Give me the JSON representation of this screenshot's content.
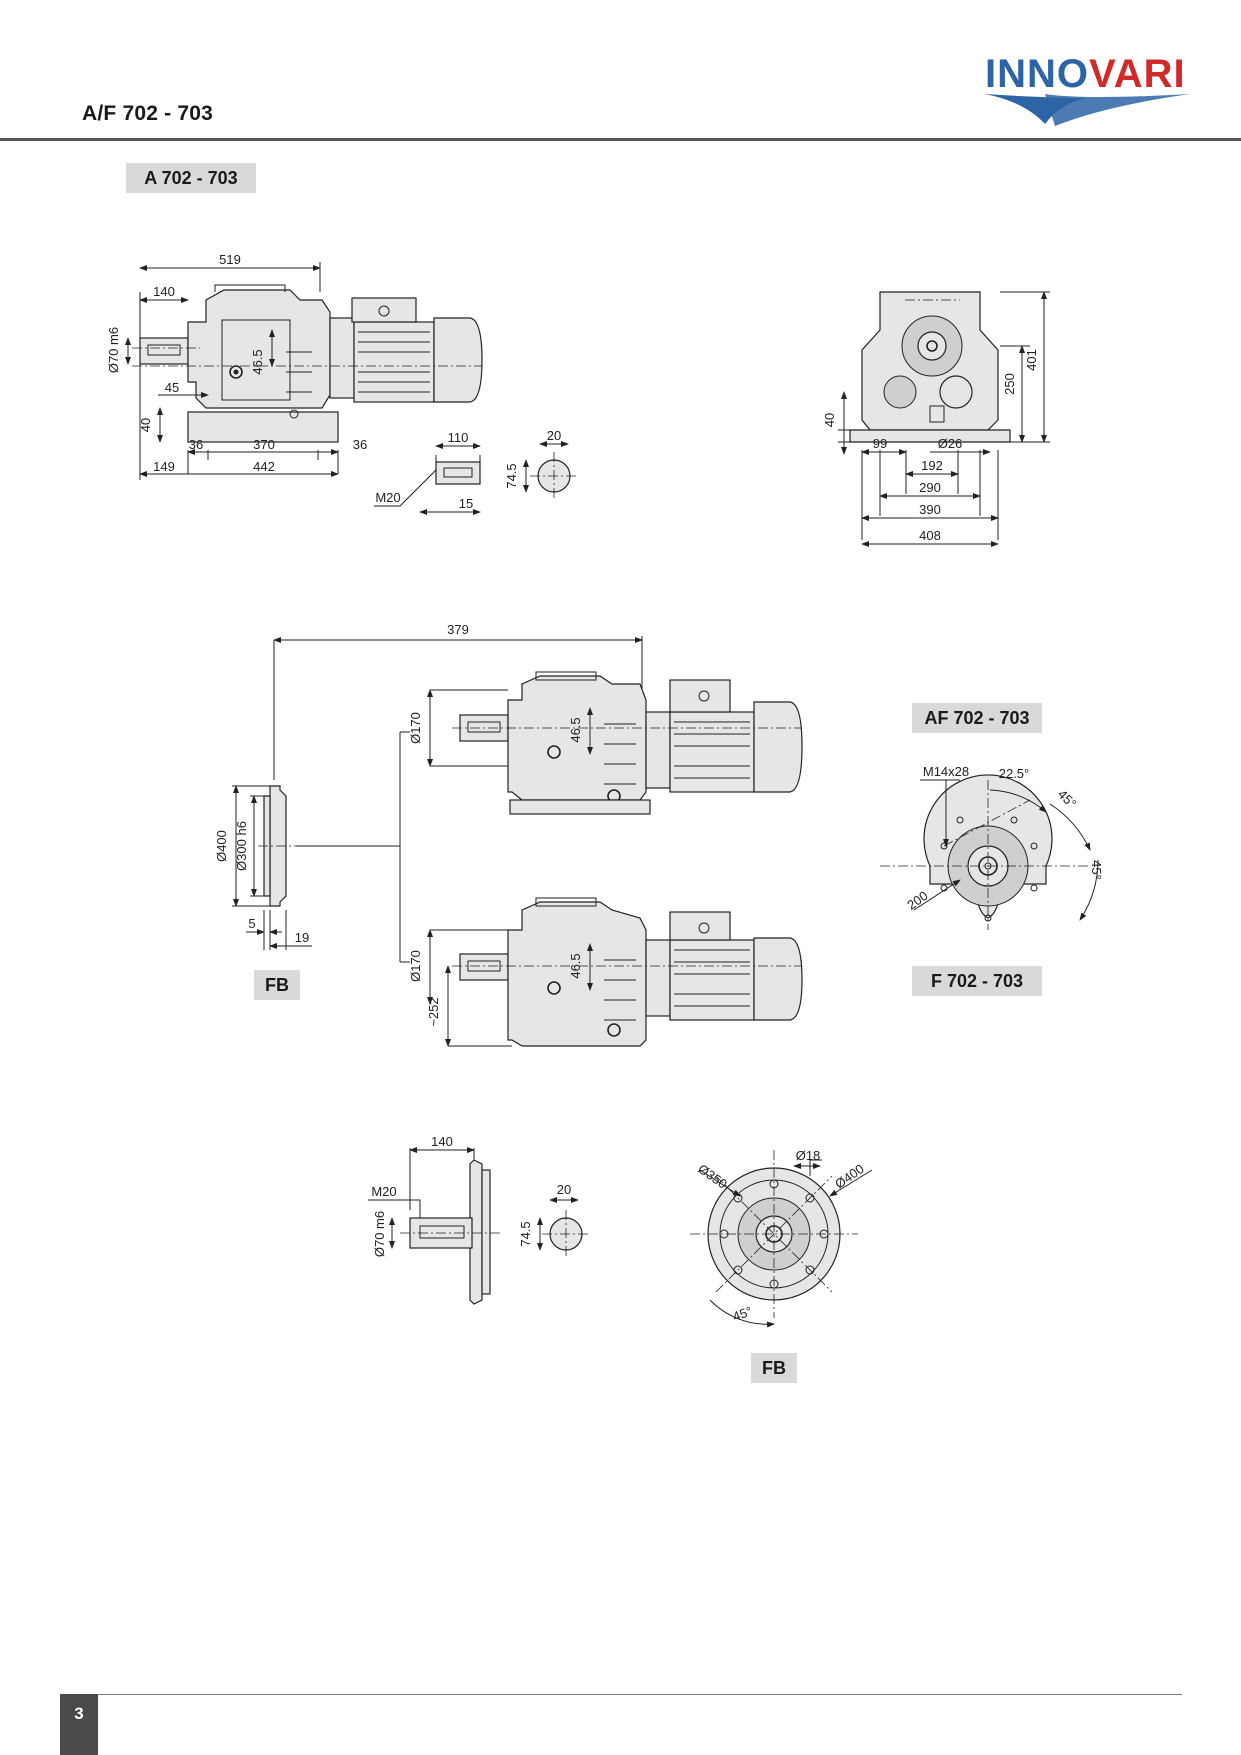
{
  "header": {
    "title": "A/F 702 - 703",
    "logo": {
      "part1": "INNO",
      "part2": "VARI",
      "color_primary": "#2d64a6",
      "color_accent": "#d22a2a"
    }
  },
  "labels": {
    "section_a": "A 702 - 703",
    "section_af": "AF 702 - 703",
    "section_f": "F 702 - 703",
    "fb_left": "FB",
    "fb_bottom": "FB"
  },
  "dims_a_side": {
    "overall_length": "519",
    "shaft_length": "140",
    "shaft_dia": "Ø70 m6",
    "center_offset": "46.5",
    "shaft_height": "45",
    "foot_height": "40",
    "foot_edge_left": "36",
    "foot_spacing": "370",
    "foot_edge_right": "36",
    "shaft_to_foot": "149",
    "foot_length": "442"
  },
  "dims_key": {
    "key_length": "110",
    "thread": "M20",
    "thread_depth": "15",
    "key_width": "20",
    "key_height": "74.5"
  },
  "dims_a_front": {
    "total_height": "401",
    "center_height": "250",
    "foot_height": "40",
    "foot_edge": "99",
    "hole_dia": "Ø26",
    "w1": "192",
    "w2": "290",
    "w3": "390",
    "w4": "408"
  },
  "dims_f": {
    "flange_to_shaft": "379",
    "spigot_dia": "Ø170",
    "center_offset": "46.5",
    "center_offset_2": "46.5",
    "spigot_dia_2": "Ø170",
    "height": "~252"
  },
  "dims_fb_side": {
    "flange_dia": "Ø400",
    "spigot_dia": "Ø300 h6",
    "spigot_depth": "5",
    "flange_thickness": "19"
  },
  "dims_af_flange": {
    "thread": "M14x28",
    "angle_1": "22.5°",
    "angle_2": "45°",
    "angle_3": "45°",
    "bolt_circle": "200"
  },
  "dims_fb_bottom": {
    "shaft_length": "140",
    "thread": "M20",
    "shaft_dia": "Ø70 m6",
    "key_width": "20",
    "key_height": "74.5",
    "hole_dia": "Ø18",
    "pcd": "Ø350",
    "outer_dia": "Ø400",
    "angle": "45°"
  },
  "footer": {
    "page_number": "3"
  }
}
